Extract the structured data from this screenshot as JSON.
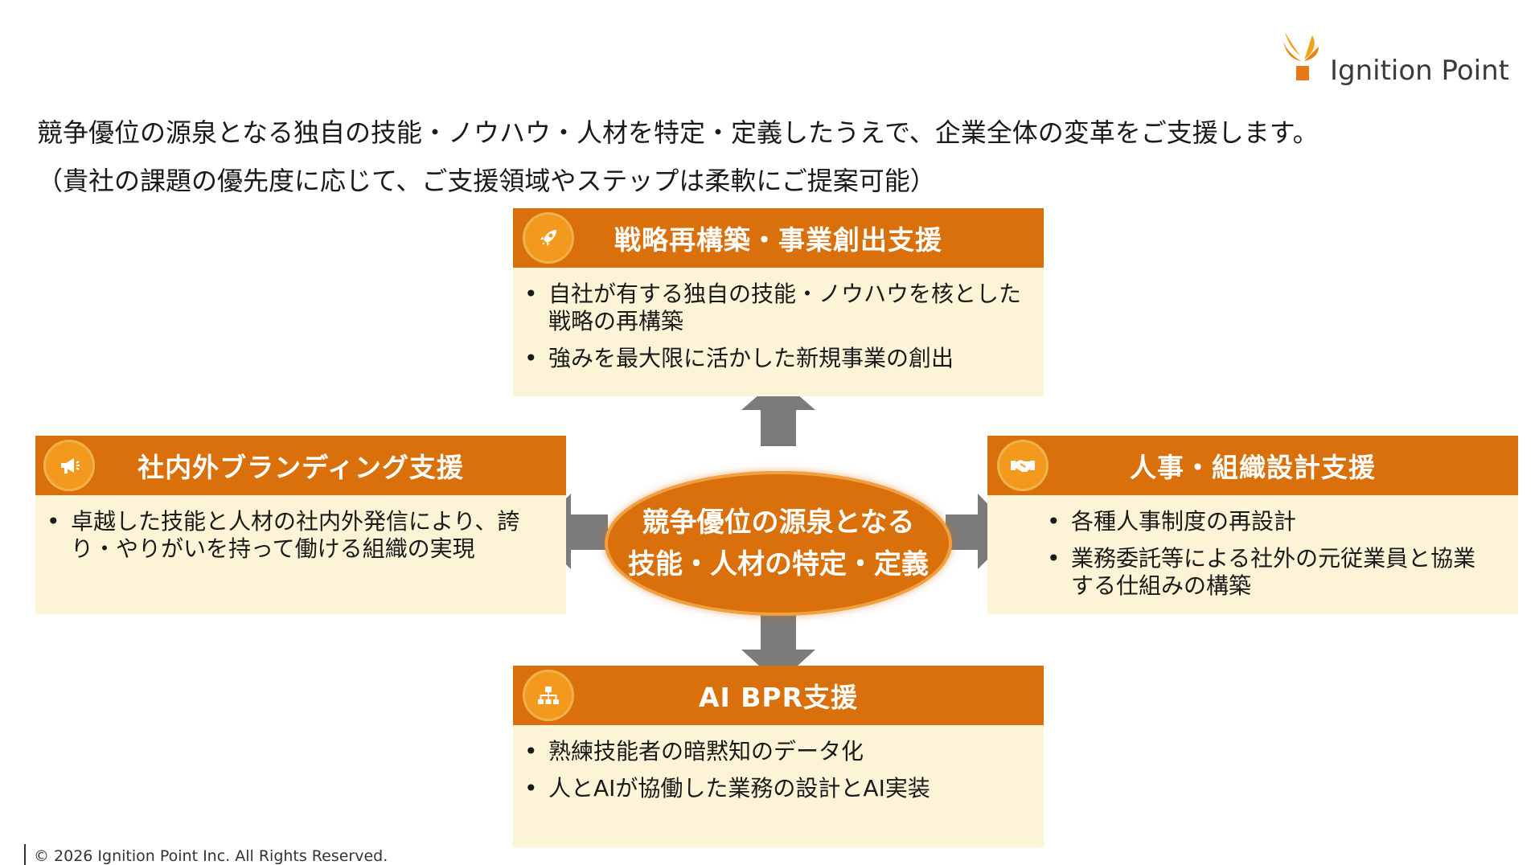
{
  "brand": {
    "name": "Ignition Point",
    "accent": "#d9700b",
    "light": "#fdf4d8"
  },
  "lead": {
    "line1": "競争優位の源泉となる独自の技能・ノウハウ・人材を特定・定義したうえで、企業全体の変革をご支援します。",
    "line2": "（貴社の課題の優先度に応じて、ご支援領域やステップは柔軟にご提案可能）"
  },
  "center": {
    "line1": "競争優位の源泉となる",
    "line2": "技能・人材の特定・定義"
  },
  "boxes": {
    "top": {
      "title": "戦略再構築・事業創出支援",
      "icon": "rocket-icon",
      "items": [
        "自社が有する独自の技能・ノウハウを核とした戦略の再構築",
        "強みを最大限に活かした新規事業の創出"
      ]
    },
    "left": {
      "title": "社内外ブランディング支援",
      "icon": "megaphone-icon",
      "items": [
        "卓越した技能と人材の社内外発信により、誇り・やりがいを持って働ける組織の実現"
      ]
    },
    "right": {
      "title": "人事・組織設計支援",
      "icon": "handshake-icon",
      "items": [
        "各種人事制度の再設計",
        "業務委託等による社外の元従業員と協業する仕組みの構築"
      ]
    },
    "bottom": {
      "title": "AI BPR支援",
      "icon": "org-chart-icon",
      "items": [
        "熟練技能者の暗黙知のデータ化",
        "人とAIが協働した業務の設計とAI実装"
      ]
    }
  },
  "footer": "© 2026 Ignition Point Inc. All Rights Reserved."
}
